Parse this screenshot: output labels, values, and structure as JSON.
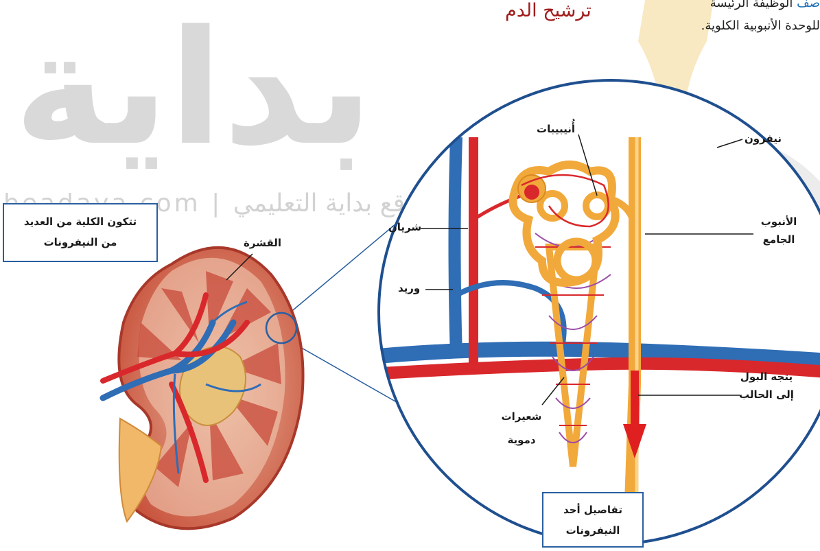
{
  "header": {
    "title": "ترشيح الدم",
    "objective_keyword": "صف",
    "objective_line1": "الوظيفة الرئيسة",
    "objective_line2": "للوحدة الأنبوبية الكلوية."
  },
  "watermark": {
    "logo_text": "بداية",
    "site_text": "beadaya.com | موقع بداية التعليمي"
  },
  "kidney": {
    "box_line1": "تتكون الكلية من العديد",
    "box_line2": "من النيفرونات",
    "cortex_label": "القشرة"
  },
  "nephron": {
    "tubules_label": "أُنيبيبات",
    "nephron_label": "نيفرون",
    "artery_label": "شريان",
    "vein_label": "وريد",
    "collecting_duct_line1": "الأنبوب",
    "collecting_duct_line2": "الجامع",
    "urine_line1": "يتجه البول",
    "urine_line2": "إلى الحالب",
    "capillaries_line1": "شعيرات",
    "capillaries_line2": "دموية",
    "detail_box_line1": "تفاصيل أحد",
    "detail_box_line2": "النيفرونات"
  },
  "colors": {
    "title": "#a01c1c",
    "keyword": "#1d6fb8",
    "box_border": "#2a5fa0",
    "artery": "#d9282c",
    "vein": "#2f6db5",
    "tubule": "#f2a93b",
    "urine_arrow": "#e02020"
  }
}
